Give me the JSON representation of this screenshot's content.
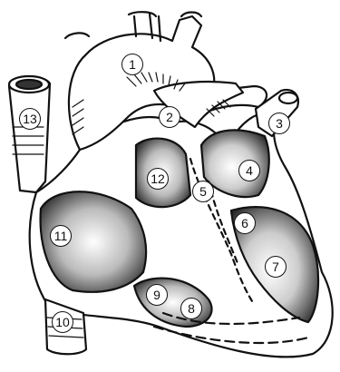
{
  "labels": [
    {
      "id": "label-1",
      "text": "1"
    },
    {
      "id": "label-2",
      "text": "2"
    },
    {
      "id": "label-3",
      "text": "3"
    },
    {
      "id": "label-4",
      "text": "4"
    },
    {
      "id": "label-5",
      "text": "5"
    },
    {
      "id": "label-6",
      "text": "6"
    },
    {
      "id": "label-7",
      "text": "7"
    },
    {
      "id": "label-8",
      "text": "8"
    },
    {
      "id": "label-9",
      "text": "9"
    },
    {
      "id": "label-10",
      "text": "10"
    },
    {
      "id": "label-11",
      "text": "11"
    },
    {
      "id": "label-12",
      "text": "12"
    },
    {
      "id": "label-13",
      "text": "13"
    }
  ],
  "style": {
    "ink": "#111111",
    "shade": "#555555"
  }
}
